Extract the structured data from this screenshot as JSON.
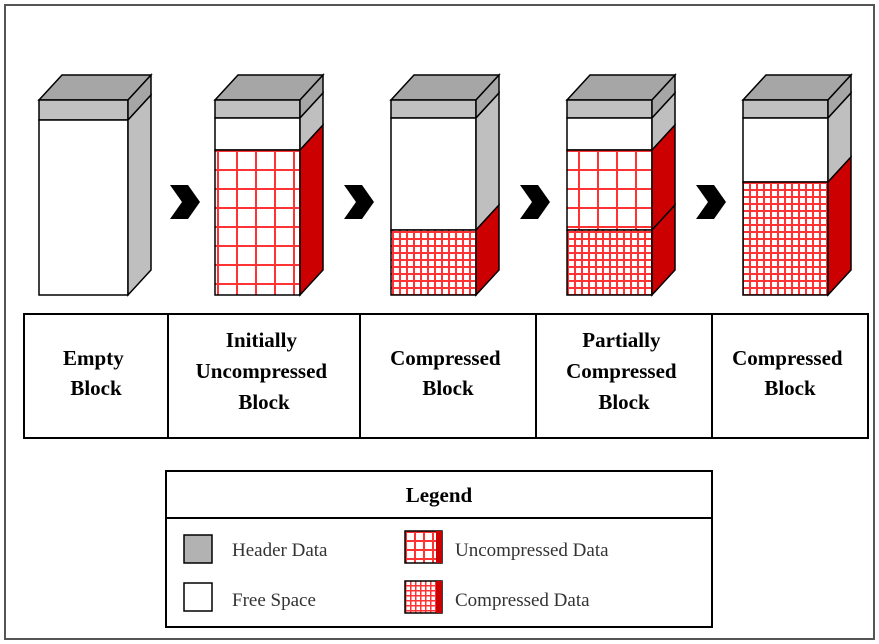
{
  "stages": [
    {
      "label_lines": [
        "Empty",
        "Block"
      ]
    },
    {
      "label_lines": [
        "Initially",
        "Uncompressed",
        "Block"
      ]
    },
    {
      "label_lines": [
        "Compressed",
        "Block"
      ]
    },
    {
      "label_lines": [
        "Partially",
        "Compressed",
        "Block"
      ]
    },
    {
      "label_lines": [
        "Compressed",
        "Block"
      ]
    }
  ],
  "legend": {
    "title": "Legend",
    "items": [
      {
        "label": "Header Data"
      },
      {
        "label": "Uncompressed Data"
      },
      {
        "label": "Free Space"
      },
      {
        "label": "Compressed Data"
      }
    ]
  },
  "colors": {
    "header_top": "#a6a6a6",
    "header_side": "#c0c0c0",
    "side_gray": "#bfbfbf",
    "red": "#cc0000",
    "grid_red": "#ff3333",
    "arrow": "#000000"
  }
}
